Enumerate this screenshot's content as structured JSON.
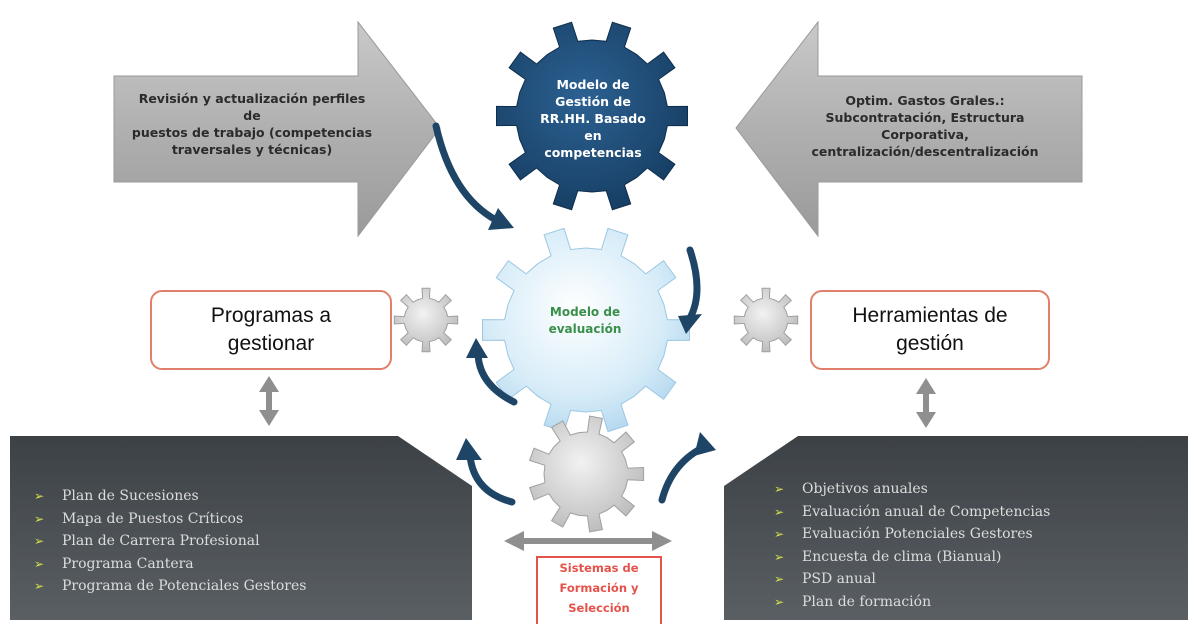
{
  "left_arrow": {
    "lines": [
      "Revisión y actualización perfiles",
      "de",
      "puestos de trabajo (competencias",
      "traversales y técnicas)"
    ]
  },
  "right_arrow": {
    "lines": [
      "Optim. Gastos Grales.:",
      "Subcontratación, Estructura",
      "Corporativa,",
      "centralización/descentralización"
    ]
  },
  "top_gear": {
    "lines": [
      "Modelo de",
      "Gestión de",
      "RR.HH. Basado",
      "en",
      "competencias"
    ]
  },
  "middle_gear": {
    "lines": [
      "Modelo de",
      "evaluación"
    ]
  },
  "left_box": {
    "lines": [
      "Programas a",
      "gestionar"
    ]
  },
  "right_box": {
    "lines": [
      "Herramientas de",
      "gestión"
    ]
  },
  "left_panel": {
    "items": [
      "Plan de Sucesiones",
      "Mapa de Puestos Críticos",
      "Plan de Carrera Profesional",
      "Programa Cantera",
      "Programa de Potenciales Gestores"
    ]
  },
  "right_panel": {
    "items": [
      "Objetivos anuales",
      "Evaluación anual de Competencias",
      "Evaluación Potenciales Gestores",
      "Encuesta de clima (Bianual)",
      "PSD anual",
      "Plan de formación"
    ]
  },
  "bottom_box": {
    "lines": [
      "Sistemas de",
      "Formación y",
      "Selección"
    ]
  },
  "bullet_glyph": "➢",
  "colors": {
    "arrow_gray": "#b3b3b3",
    "gear_navy": "#1d4a73",
    "gear_light": "#cde6f5",
    "curve_arrow": "#1f4566",
    "panel_dark": "#4a4f54",
    "box_border": "#e0806c",
    "accent_red": "#e5524a",
    "bullet_yellow": "#d8e24a"
  }
}
